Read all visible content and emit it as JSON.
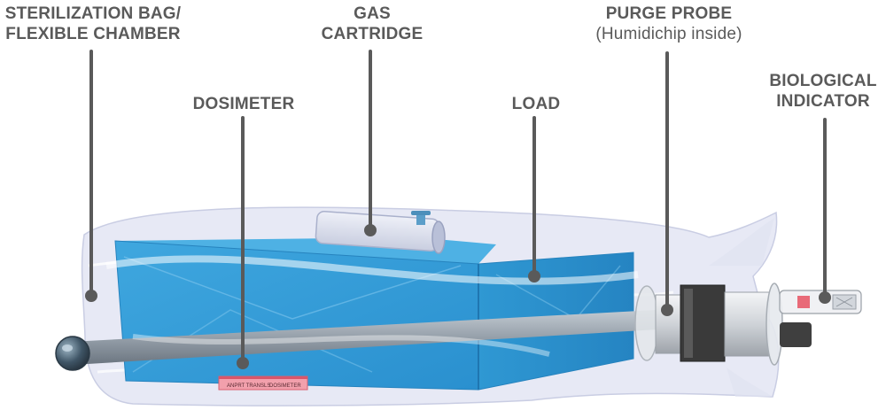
{
  "labels": {
    "bag": {
      "line1": "STERILIZATION BAG/",
      "line2": "FLEXIBLE CHAMBER"
    },
    "gas": {
      "line1": "GAS",
      "line2": "CARTRIDGE"
    },
    "purge": {
      "line1": "PURGE PROBE",
      "line2": "(Humidichip inside)"
    },
    "dosimeter": {
      "line1": "DOSIMETER"
    },
    "load": {
      "line1": "LOAD"
    },
    "bi": {
      "line1": "BIOLOGICAL",
      "line2": "INDICATOR"
    }
  },
  "dosimeter_strip": {
    "text_left": "ANPRT TRANSLS",
    "text_right": "DOSIMETER"
  },
  "colors": {
    "label_text": "#5a5a5a",
    "leader_line": "#5a5a5a",
    "load_box": "#2d9ad6",
    "bag": "#d8dcef",
    "probe_tube": "#8f9aa6",
    "probe_band": "#3a3a3a",
    "dosimeter": "#ee7c8c"
  }
}
